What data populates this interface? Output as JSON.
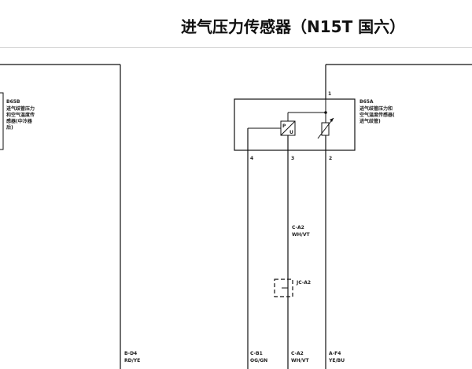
{
  "title": "进气压力传感器（N15T 国六）",
  "left_component": {
    "code": "B65B",
    "desc": [
      "进气歧管压力",
      "和空气温度传",
      "感器(中冷器",
      "后)"
    ]
  },
  "right_component": {
    "code": "B65A",
    "desc": [
      "进气歧管压力和",
      "空气温度传感器(",
      "进气歧管)"
    ],
    "pins": {
      "top": "1",
      "p4": "4",
      "p3": "3",
      "p2": "2"
    },
    "sensor_p": "P",
    "sensor_u": "U"
  },
  "connectors": {
    "ca2_upper_code": "C-A2",
    "ca2_upper_color": "WH/VT",
    "junction": "JC-A2",
    "bd4_code": "B-D4",
    "bd4_color": "RD/YE",
    "cb1_code": "C-B1",
    "cb1_color": "OG/GN",
    "ca2_lower_code": "C-A2",
    "ca2_lower_color": "WH/VT",
    "af4_code": "A-F4",
    "af4_color": "YE/BU"
  }
}
